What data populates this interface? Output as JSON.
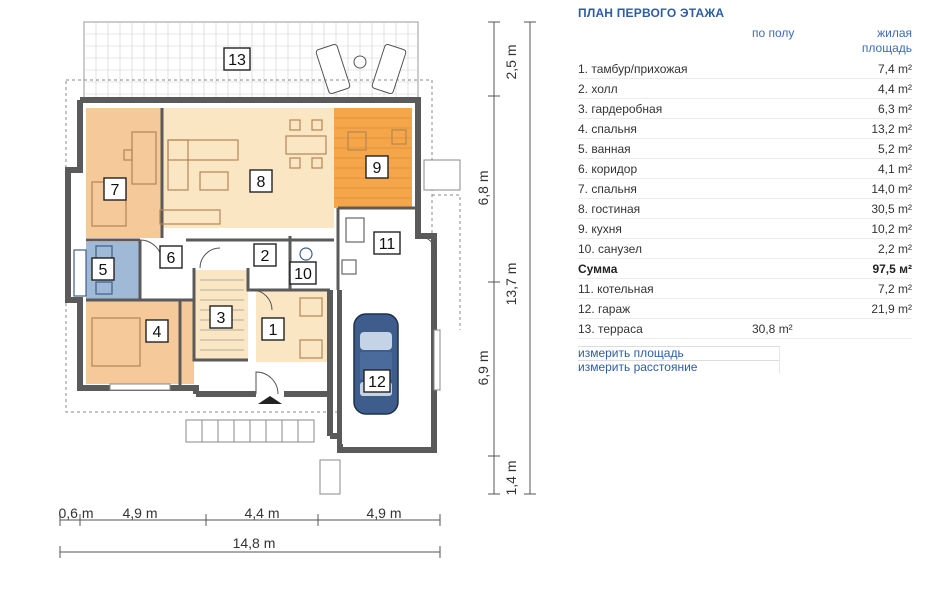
{
  "plan": {
    "rooms": [
      {
        "id": "r1",
        "num": "1"
      },
      {
        "id": "r2",
        "num": "2"
      },
      {
        "id": "r3",
        "num": "3"
      },
      {
        "id": "r4",
        "num": "4"
      },
      {
        "id": "r5",
        "num": "5"
      },
      {
        "id": "r6",
        "num": "6"
      },
      {
        "id": "r7",
        "num": "7"
      },
      {
        "id": "r8",
        "num": "8"
      },
      {
        "id": "r9",
        "num": "9"
      },
      {
        "id": "r10",
        "num": "10"
      },
      {
        "id": "r11",
        "num": "11"
      },
      {
        "id": "r12",
        "num": "12"
      },
      {
        "id": "r13",
        "num": "13"
      }
    ],
    "dims_right": [
      "2,5 m",
      "6,8 m",
      "13,7 m",
      "6,9 m",
      "1,4 m"
    ],
    "dims_bottom": [
      "0,6 m",
      "4,9 m",
      "4,4 m",
      "4,9 m"
    ],
    "dim_total": "14,8 m",
    "colors": {
      "wall": "#5a5a5a",
      "orange": "#f6c99a",
      "light": "#fbe6c4",
      "kitchen": "#f5a54a",
      "bath": "#9fb9d6",
      "car": "#3f5d8c"
    }
  },
  "info": {
    "title": "ПЛАН ПЕРВОГО ЭТАЖА",
    "col_floor": "по полу",
    "col_living": "жилая\nплощадь",
    "rows": [
      {
        "name": "1. тамбур/прихожая",
        "floor": "",
        "living": "7,4 m²"
      },
      {
        "name": "2. холл",
        "floor": "",
        "living": "4,4 m²"
      },
      {
        "name": "3. гардеробная",
        "floor": "",
        "living": "6,3 m²"
      },
      {
        "name": "4. спальня",
        "floor": "",
        "living": "13,2 m²"
      },
      {
        "name": "5. ванная",
        "floor": "",
        "living": "5,2 m²"
      },
      {
        "name": "6. коридор",
        "floor": "",
        "living": "4,1 m²"
      },
      {
        "name": "7. спальня",
        "floor": "",
        "living": "14,0 m²"
      },
      {
        "name": "8. гостиная",
        "floor": "",
        "living": "30,5 m²"
      },
      {
        "name": "9. кухня",
        "floor": "",
        "living": "10,2 m²"
      },
      {
        "name": "10. санузел",
        "floor": "",
        "living": "2,2 m²"
      },
      {
        "name": "Сумма",
        "floor": "",
        "living": "97,5 м²",
        "sum": true
      },
      {
        "name": "11. котельная",
        "floor": "",
        "living": "7,2 m²"
      },
      {
        "name": "12. гараж",
        "floor": "",
        "living": "21,9 m²"
      },
      {
        "name": "13. терраса",
        "floor": "30,8 m²",
        "living": ""
      }
    ]
  },
  "tools": {
    "area": "измерить площадь",
    "distance": "измерить расстояние"
  }
}
